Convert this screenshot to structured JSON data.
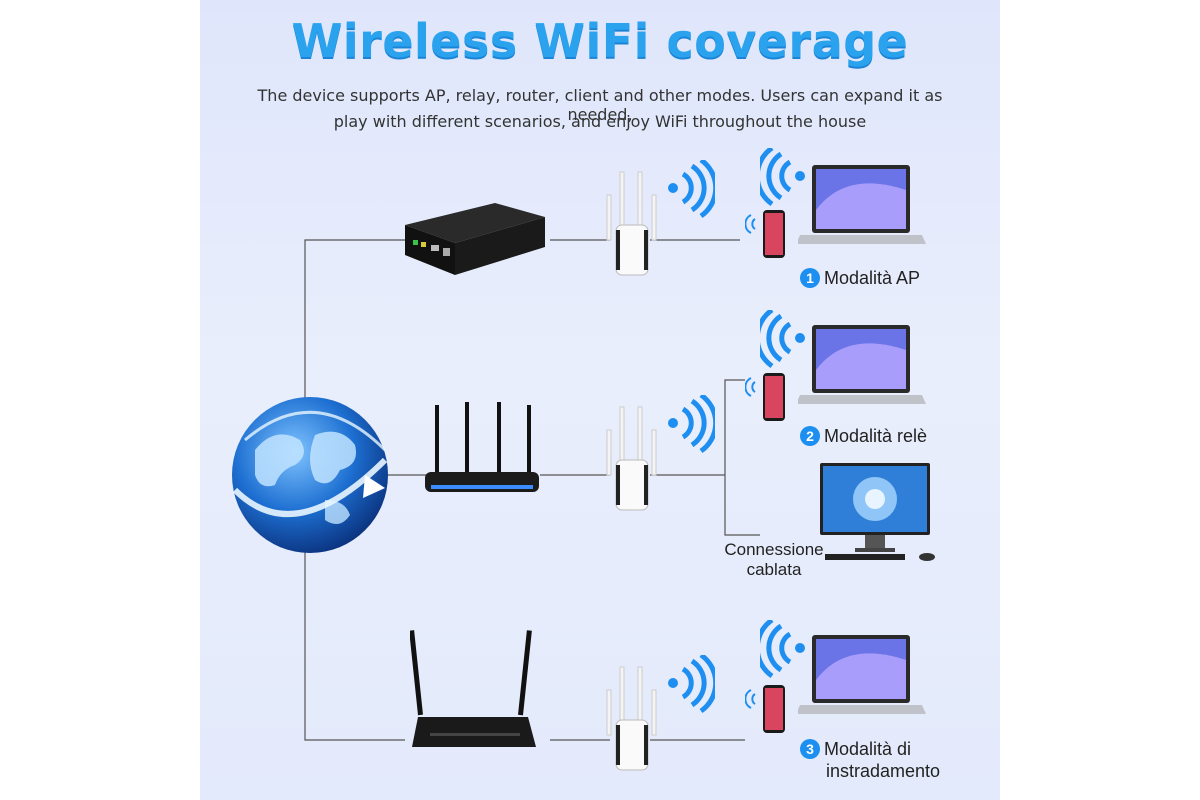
{
  "header": {
    "title": "Wireless WiFi coverage",
    "subtitle_line1": "The device supports AP, relay, router, client and other modes. Users can expand it as needed,",
    "subtitle_line2": "play with different scenarios, and enjoy WiFi throughout the house"
  },
  "modes": [
    {
      "number": "1",
      "label": "Modalità AP"
    },
    {
      "number": "2",
      "label": "Modalità relè"
    },
    {
      "number": "3",
      "label_line1": "Modalità di",
      "label_line2": "instradamento"
    }
  ],
  "wired": {
    "line1": "Connessione",
    "line2": "cablata"
  },
  "colors": {
    "title": "#2aa2ee",
    "accent": "#1d8ff0",
    "wifi": "#1e8ff0",
    "line": "#555555"
  }
}
